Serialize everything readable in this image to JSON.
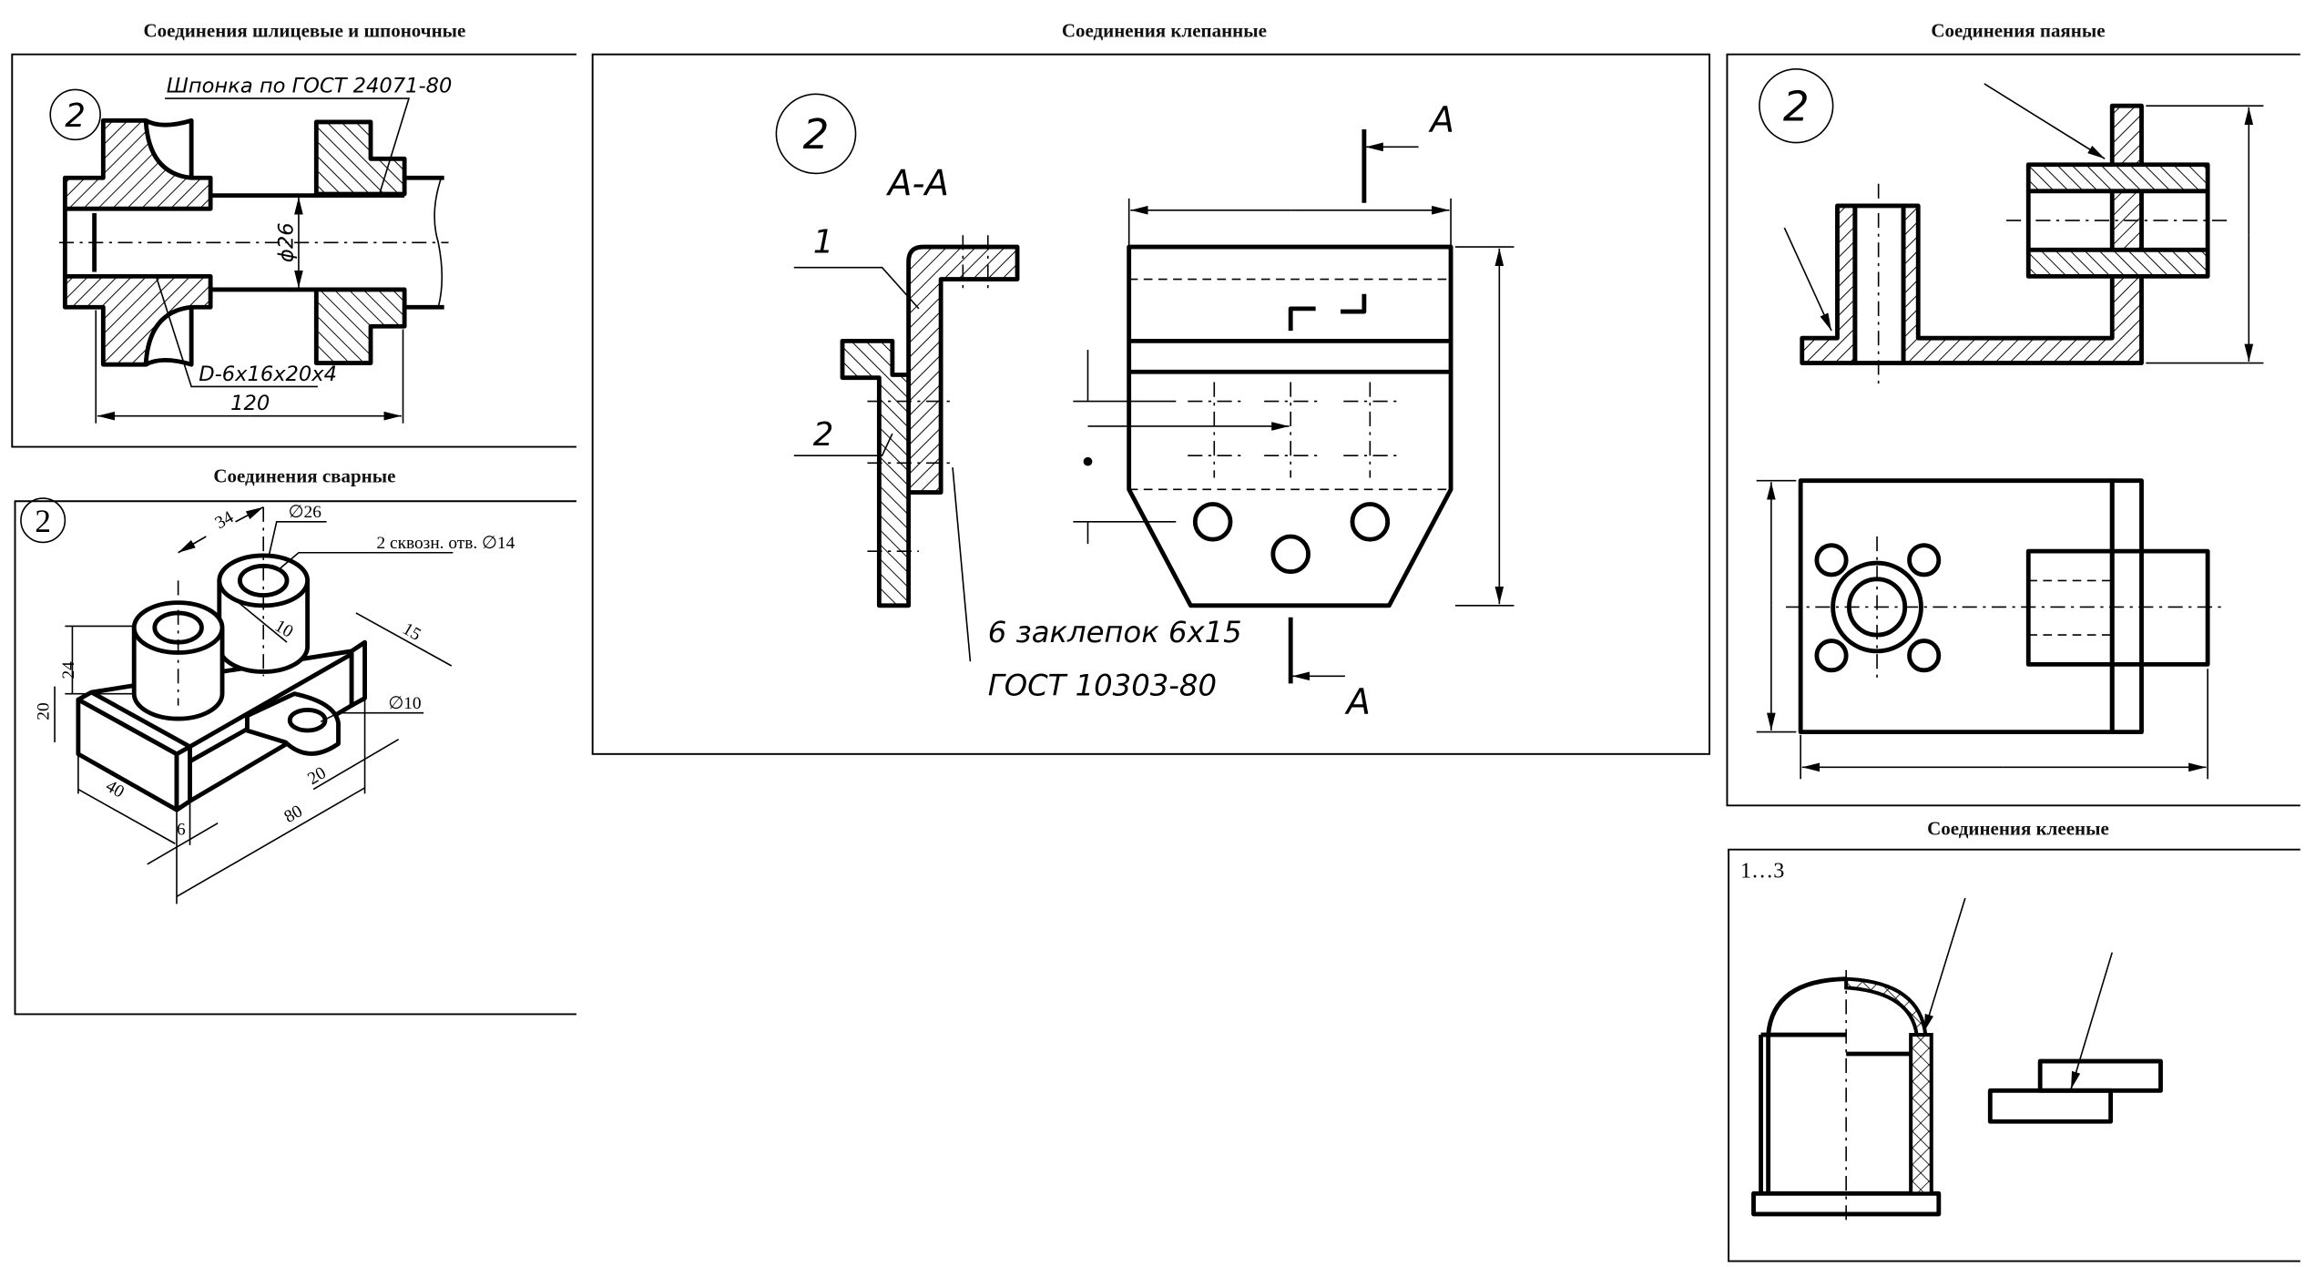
{
  "panels": {
    "spline_key": {
      "title": "Соединения шлицевые и шпоночные",
      "variant": "2",
      "key_label": "Шпонка по ГОСТ 24071-80",
      "spline_label": "D-6x16x20x4",
      "diameter": "ϕ26",
      "length": "120"
    },
    "welded": {
      "title": "Соединения сварные",
      "variant": "2",
      "dims": {
        "d34": "34",
        "d_phi26": "∅26",
        "holes": "2 сквозн. отв. ∅14",
        "d10": "10",
        "d15": "15",
        "d_phi10": "∅10",
        "d24": "24",
        "d20a": "20",
        "d40": "40",
        "d6": "6",
        "d80": "80",
        "d20b": "20"
      }
    },
    "riveted": {
      "title": "Соединения клепанные",
      "variant": "2",
      "section": "А-А",
      "part1": "1",
      "part2": "2",
      "rivets": "6 заклепок 6x15",
      "standard": "ГОСТ 10303-80",
      "cut_top": "А",
      "cut_bottom": "А"
    },
    "soldered": {
      "title": "Соединения паяные",
      "variant": "2"
    },
    "glued": {
      "title": "Соединения клееные",
      "variant": "1…3"
    }
  }
}
